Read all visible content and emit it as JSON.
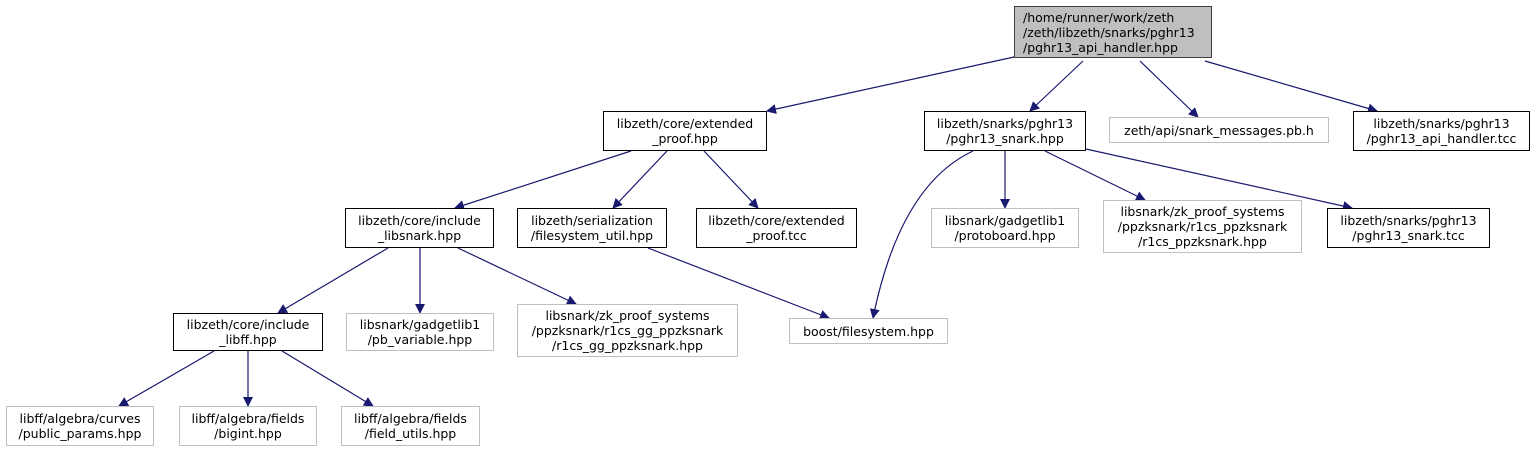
{
  "title": "Include dependency graph for pghr13_api_handler.hpp",
  "colors": {
    "edge": "#191970",
    "root_fill": "#bfbfbf",
    "documented_border": "#000000",
    "external_border": "#bfbfbf"
  },
  "nodes": [
    {
      "id": "root",
      "kind": "root",
      "lines": [
        "/home/runner/work/zeth",
        "/zeth/libzeth/snarks/pghr13",
        "/pghr13_api_handler.hpp"
      ]
    },
    {
      "id": "extended_proof_hpp",
      "kind": "documented",
      "lines": [
        "libzeth/core/extended",
        "_proof.hpp"
      ]
    },
    {
      "id": "pghr13_snark_hpp",
      "kind": "documented",
      "lines": [
        "libzeth/snarks/pghr13",
        "/pghr13_snark.hpp"
      ]
    },
    {
      "id": "snark_messages",
      "kind": "external",
      "lines": [
        "zeth/api/snark_messages.pb.h"
      ]
    },
    {
      "id": "api_handler_tcc",
      "kind": "documented",
      "lines": [
        "libzeth/snarks/pghr13",
        "/pghr13_api_handler.tcc"
      ]
    },
    {
      "id": "include_libsnark",
      "kind": "documented",
      "lines": [
        "libzeth/core/include",
        "_libsnark.hpp"
      ]
    },
    {
      "id": "filesystem_util",
      "kind": "documented",
      "lines": [
        "libzeth/serialization",
        "/filesystem_util.hpp"
      ]
    },
    {
      "id": "extended_proof_tcc",
      "kind": "documented",
      "lines": [
        "libzeth/core/extended",
        "_proof.tcc"
      ]
    },
    {
      "id": "protoboard",
      "kind": "external",
      "lines": [
        "libsnark/gadgetlib1",
        "/protoboard.hpp"
      ]
    },
    {
      "id": "r1cs_ppzksnark",
      "kind": "external",
      "lines": [
        "libsnark/zk_proof_systems",
        "/ppzksnark/r1cs_ppzksnark",
        "/r1cs_ppzksnark.hpp"
      ]
    },
    {
      "id": "pghr13_snark_tcc",
      "kind": "documented",
      "lines": [
        "libzeth/snarks/pghr13",
        "/pghr13_snark.tcc"
      ]
    },
    {
      "id": "include_libff",
      "kind": "documented",
      "lines": [
        "libzeth/core/include",
        "_libff.hpp"
      ]
    },
    {
      "id": "pb_variable",
      "kind": "external",
      "lines": [
        "libsnark/gadgetlib1",
        "/pb_variable.hpp"
      ]
    },
    {
      "id": "r1cs_gg_ppzksnark",
      "kind": "external",
      "lines": [
        "libsnark/zk_proof_systems",
        "/ppzksnark/r1cs_gg_ppzksnark",
        "/r1cs_gg_ppzksnark.hpp"
      ]
    },
    {
      "id": "boost_filesystem",
      "kind": "external",
      "lines": [
        "boost/filesystem.hpp"
      ]
    },
    {
      "id": "public_params",
      "kind": "external",
      "lines": [
        "libff/algebra/curves",
        "/public_params.hpp"
      ]
    },
    {
      "id": "bigint",
      "kind": "external",
      "lines": [
        "libff/algebra/fields",
        "/bigint.hpp"
      ]
    },
    {
      "id": "field_utils",
      "kind": "external",
      "lines": [
        "libff/algebra/fields",
        "/field_utils.hpp"
      ]
    }
  ],
  "edges": [
    {
      "from": "root",
      "to": "extended_proof_hpp"
    },
    {
      "from": "root",
      "to": "pghr13_snark_hpp"
    },
    {
      "from": "root",
      "to": "snark_messages"
    },
    {
      "from": "root",
      "to": "api_handler_tcc"
    },
    {
      "from": "extended_proof_hpp",
      "to": "include_libsnark"
    },
    {
      "from": "extended_proof_hpp",
      "to": "filesystem_util"
    },
    {
      "from": "extended_proof_hpp",
      "to": "extended_proof_tcc"
    },
    {
      "from": "pghr13_snark_hpp",
      "to": "boost_filesystem"
    },
    {
      "from": "pghr13_snark_hpp",
      "to": "protoboard"
    },
    {
      "from": "pghr13_snark_hpp",
      "to": "r1cs_ppzksnark"
    },
    {
      "from": "pghr13_snark_hpp",
      "to": "pghr13_snark_tcc"
    },
    {
      "from": "include_libsnark",
      "to": "include_libff"
    },
    {
      "from": "include_libsnark",
      "to": "pb_variable"
    },
    {
      "from": "include_libsnark",
      "to": "r1cs_gg_ppzksnark"
    },
    {
      "from": "filesystem_util",
      "to": "boost_filesystem"
    },
    {
      "from": "include_libff",
      "to": "public_params"
    },
    {
      "from": "include_libff",
      "to": "bigint"
    },
    {
      "from": "include_libff",
      "to": "field_utils"
    }
  ]
}
